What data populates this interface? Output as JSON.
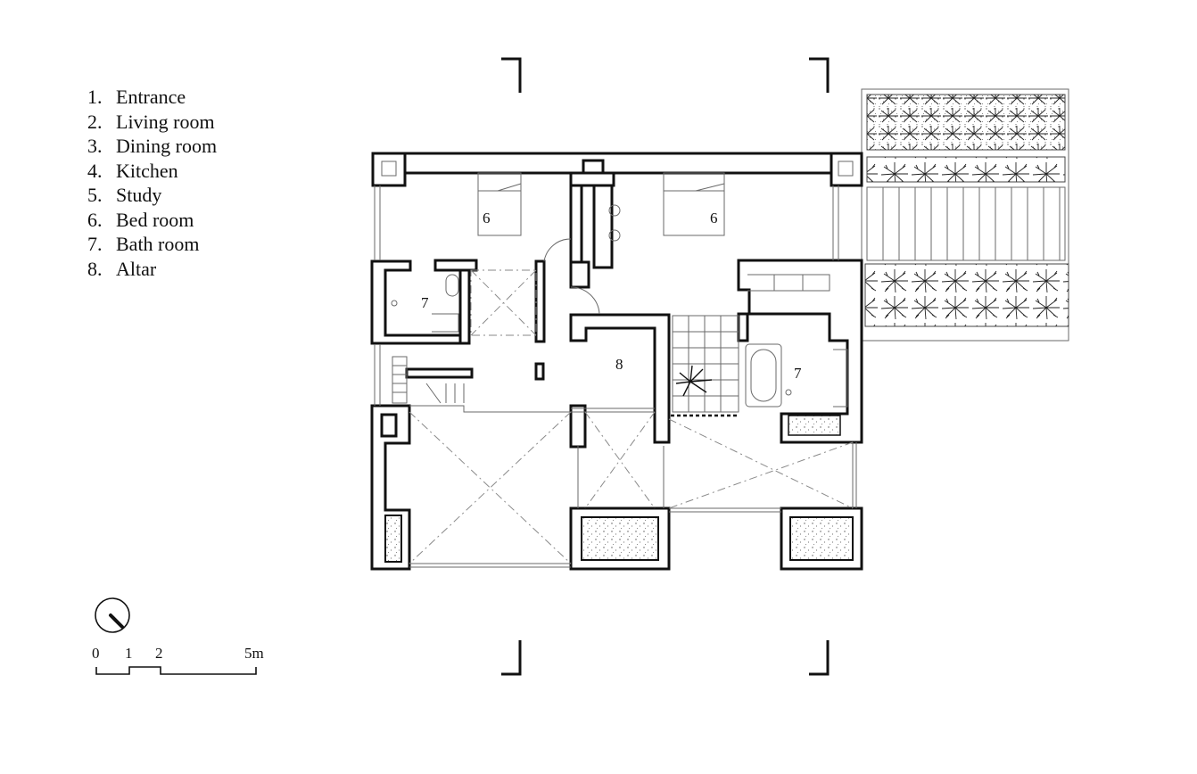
{
  "legend": [
    {
      "num": "1.",
      "label": "Entrance"
    },
    {
      "num": "2.",
      "label": "Living room"
    },
    {
      "num": "3.",
      "label": "Dining room"
    },
    {
      "num": "4.",
      "label": "Kitchen"
    },
    {
      "num": "5.",
      "label": "Study"
    },
    {
      "num": "6.",
      "label": "Bed room"
    },
    {
      "num": "7.",
      "label": "Bath room"
    },
    {
      "num": "8.",
      "label": "Altar"
    }
  ],
  "room_labels": {
    "bedroom_left": "6",
    "bedroom_right": "6",
    "bathroom_left": "7",
    "bathroom_right": "7",
    "altar": "8"
  },
  "scale_bar": {
    "tick_0": "0",
    "tick_1": "1",
    "tick_2": "2",
    "tick_5": "5m"
  },
  "colors": {
    "line": "#111111",
    "secondary_line": "#6a6a6a",
    "background": "#ffffff"
  }
}
